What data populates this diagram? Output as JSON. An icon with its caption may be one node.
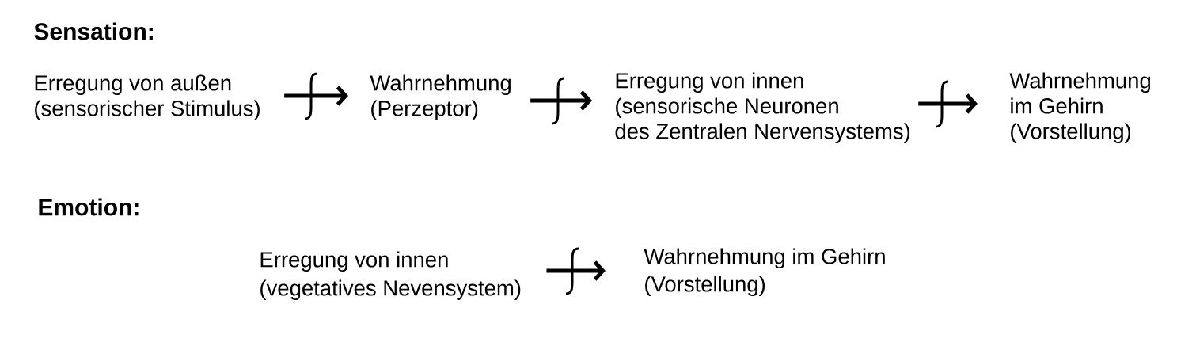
{
  "diagram": {
    "nodes": [
      {
        "text": [
          "Erregung von außen",
          "(sensorischer Stimulus)"
        ]
      },
      {
        "text": [
          "Wahrnehmung",
          "(Perzeptor)"
        ]
      },
      {
        "text": [
          "Erregung von innen",
          "(sensorische Neuronen des Zentralen Nervensystems)"
        ]
      },
      {
        "text": [
          "Wahrnehmung im Gehirn",
          "(Vorstellung)"
        ]
      },
      {
        "text": [
          "Erregung von innen",
          "(vegetatives Nevensystem)"
        ]
      },
      {
        "text": [
          "Wahrnehmung im Gehirn",
          "(Vorstellung)"
        ]
      }
    ],
    "edges": [
      {
        "from": 0,
        "to": 1,
        "arrow": "to"
      },
      {
        "from": 1,
        "to": 2,
        "arrow": "to"
      },
      {
        "from": 2,
        "to": 3,
        "arrow": "to"
      },
      {
        "from": 4,
        "to": 5,
        "arrow": "to"
      }
    ],
    "labels": [
      "Sensation:",
      "Emotion:"
    ]
  }
}
